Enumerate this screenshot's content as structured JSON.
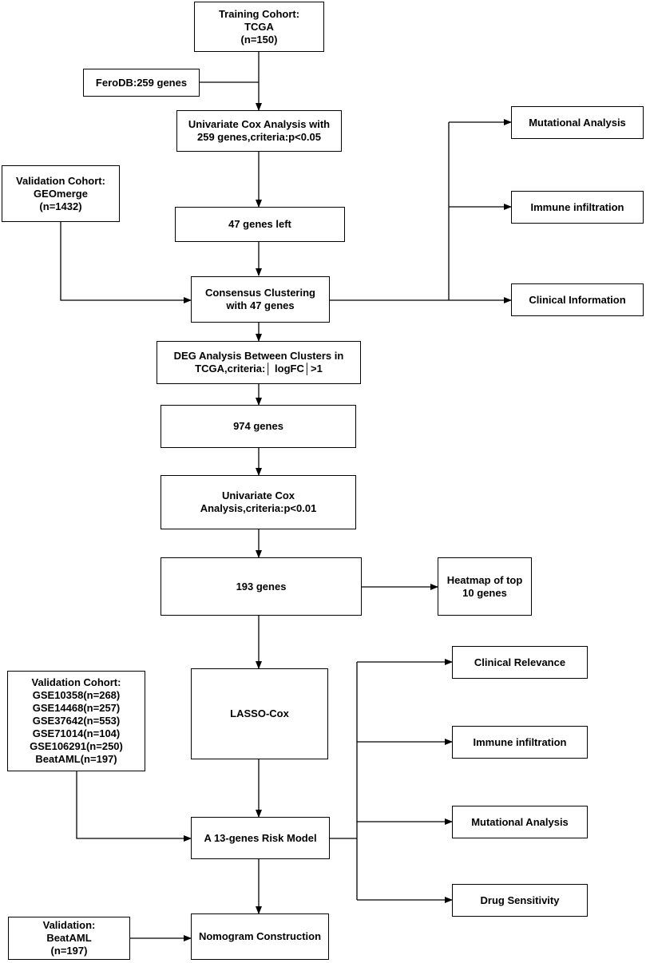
{
  "boxes": {
    "training": [
      "Training Cohort:",
      "TCGA",
      "(n=150)"
    ],
    "ferodb": [
      "FeroDB:259 genes"
    ],
    "univariate1": [
      "Univariate Cox Analysis with",
      "259 genes,criteria:p<0.05"
    ],
    "validation1": [
      "Validation Cohort:",
      "GEOmerge",
      "(n=1432)"
    ],
    "genes47": [
      "47 genes left"
    ],
    "consensus": [
      "Consensus Clustering",
      "with 47 genes"
    ],
    "deg": [
      "DEG Analysis Between Clusters in",
      "TCGA,criteria:│ logFC│>1"
    ],
    "genes974": [
      "974 genes"
    ],
    "univariate2": [
      "Univariate Cox",
      "Analysis,criteria:p<0.01"
    ],
    "genes193": [
      "193 genes"
    ],
    "heatmap": [
      "Heatmap of top",
      "10 genes"
    ],
    "lasso": [
      "LASSO-Cox"
    ],
    "validation2": [
      "Validation Cohort:",
      "GSE10358(n=268)",
      "GSE14468(n=257)",
      "GSE37642(n=553)",
      "GSE71014(n=104)",
      "GSE106291(n=250)",
      "BeatAML(n=197)"
    ],
    "riskmodel": [
      "A 13-genes Risk Model"
    ],
    "validation3": [
      "Validation:",
      "BeatAML",
      "(n=197)"
    ],
    "nomogram": [
      "Nomogram Construction"
    ],
    "mut1": [
      "Mutational Analysis"
    ],
    "immune1": [
      "Immune infiltration"
    ],
    "clinical1": [
      "Clinical Information"
    ],
    "clinical2": [
      "Clinical Relevance"
    ],
    "immune2": [
      "Immune infiltration"
    ],
    "mut2": [
      "Mutational Analysis"
    ],
    "drug": [
      "Drug Sensitivity"
    ]
  }
}
